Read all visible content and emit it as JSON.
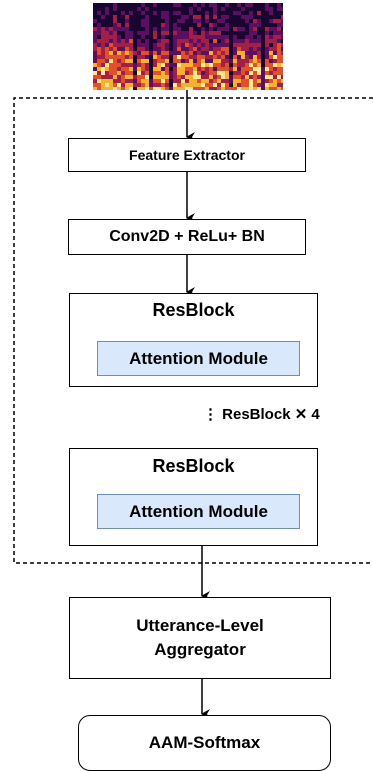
{
  "spectrogram": {
    "colors": [
      "#1a0530",
      "#5a1060",
      "#a0204a",
      "#e0502a",
      "#f8b030",
      "#fce890"
    ]
  },
  "blocks": {
    "feature_extractor": "Feature Extractor",
    "conv": "Conv2D + ReLu+ BN",
    "resblock_1": {
      "title": "ResBlock",
      "attention": "Attention Module"
    },
    "repeat_label": "⋮ ResBlock ✕ 4",
    "resblock_2": {
      "title": "ResBlock",
      "attention": "Attention Module"
    },
    "aggregator": "Utterance-Level Aggregator",
    "softmax": "AAM-Softmax"
  }
}
